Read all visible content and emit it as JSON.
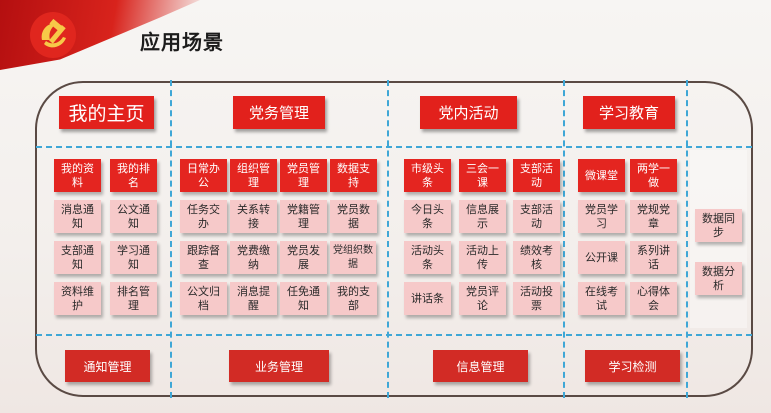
{
  "title": "应用场景",
  "columns": [
    {
      "header": "我的主页",
      "tiles": [
        [
          "我的资料",
          "我的排名"
        ],
        [
          "消息通知",
          "公文通知"
        ],
        [
          "支部通知",
          "学习通知"
        ],
        [
          "资料维护",
          "排名管理"
        ]
      ],
      "footer": "通知管理"
    },
    {
      "header": "党务管理",
      "tiles": [
        [
          "日常办公",
          "组织管理",
          "党员管理",
          "数据支持"
        ],
        [
          "任务交办",
          "关系转接",
          "党籍管理",
          "党员数据"
        ],
        [
          "跟踪督查",
          "党费缴纳",
          "党员发展",
          "党组织数据"
        ],
        [
          "公文归档",
          "消息提醒",
          "任免通知",
          "我的支部"
        ]
      ],
      "footer": "业务管理"
    },
    {
      "header": "党内活动",
      "tiles": [
        [
          "市级头条",
          "三会一课",
          "支部活动"
        ],
        [
          "今日头条",
          "信息展示",
          "支部活动"
        ],
        [
          "活动头条",
          "活动上传",
          "绩效考核"
        ],
        [
          "讲话条",
          "党员评论",
          "活动投票"
        ]
      ],
      "footer": "信息管理"
    },
    {
      "header": "学习教育",
      "tiles": [
        [
          "微课堂",
          "两学一做"
        ],
        [
          "党员学习",
          "党规党章"
        ],
        [
          "公开课",
          "系列讲话"
        ],
        [
          "在线考试",
          "心得体会"
        ]
      ],
      "footer": "学习检测"
    }
  ],
  "extra": [
    "数据同步",
    "数据分析"
  ],
  "colors": {
    "header_red": "#e2211c",
    "tile_red": "#e42520",
    "tile_pink": "#f6c9c9",
    "footer_red": "#d22b25",
    "dash_blue": "#3fa7d6"
  },
  "icons": {
    "emblem": "party-emblem-icon"
  }
}
